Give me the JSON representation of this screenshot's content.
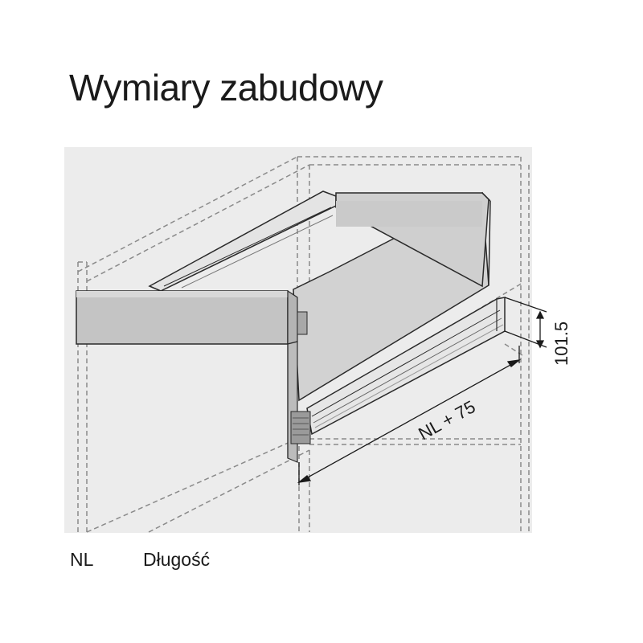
{
  "title": "Wymiary zabudowy",
  "dimensions": {
    "height_label": "101.5",
    "length_label": "NL + 75"
  },
  "legend": {
    "abbreviation": "NL",
    "description": "Długość"
  },
  "colors": {
    "panel_background": "#ececec",
    "drawer_front": "#c4c4c4",
    "drawer_bottom": "#d2d2d2",
    "drawer_back": "#cfcfcf",
    "outline": "#2a2a2a",
    "dashed_cabinet": "#8a8a8a"
  }
}
